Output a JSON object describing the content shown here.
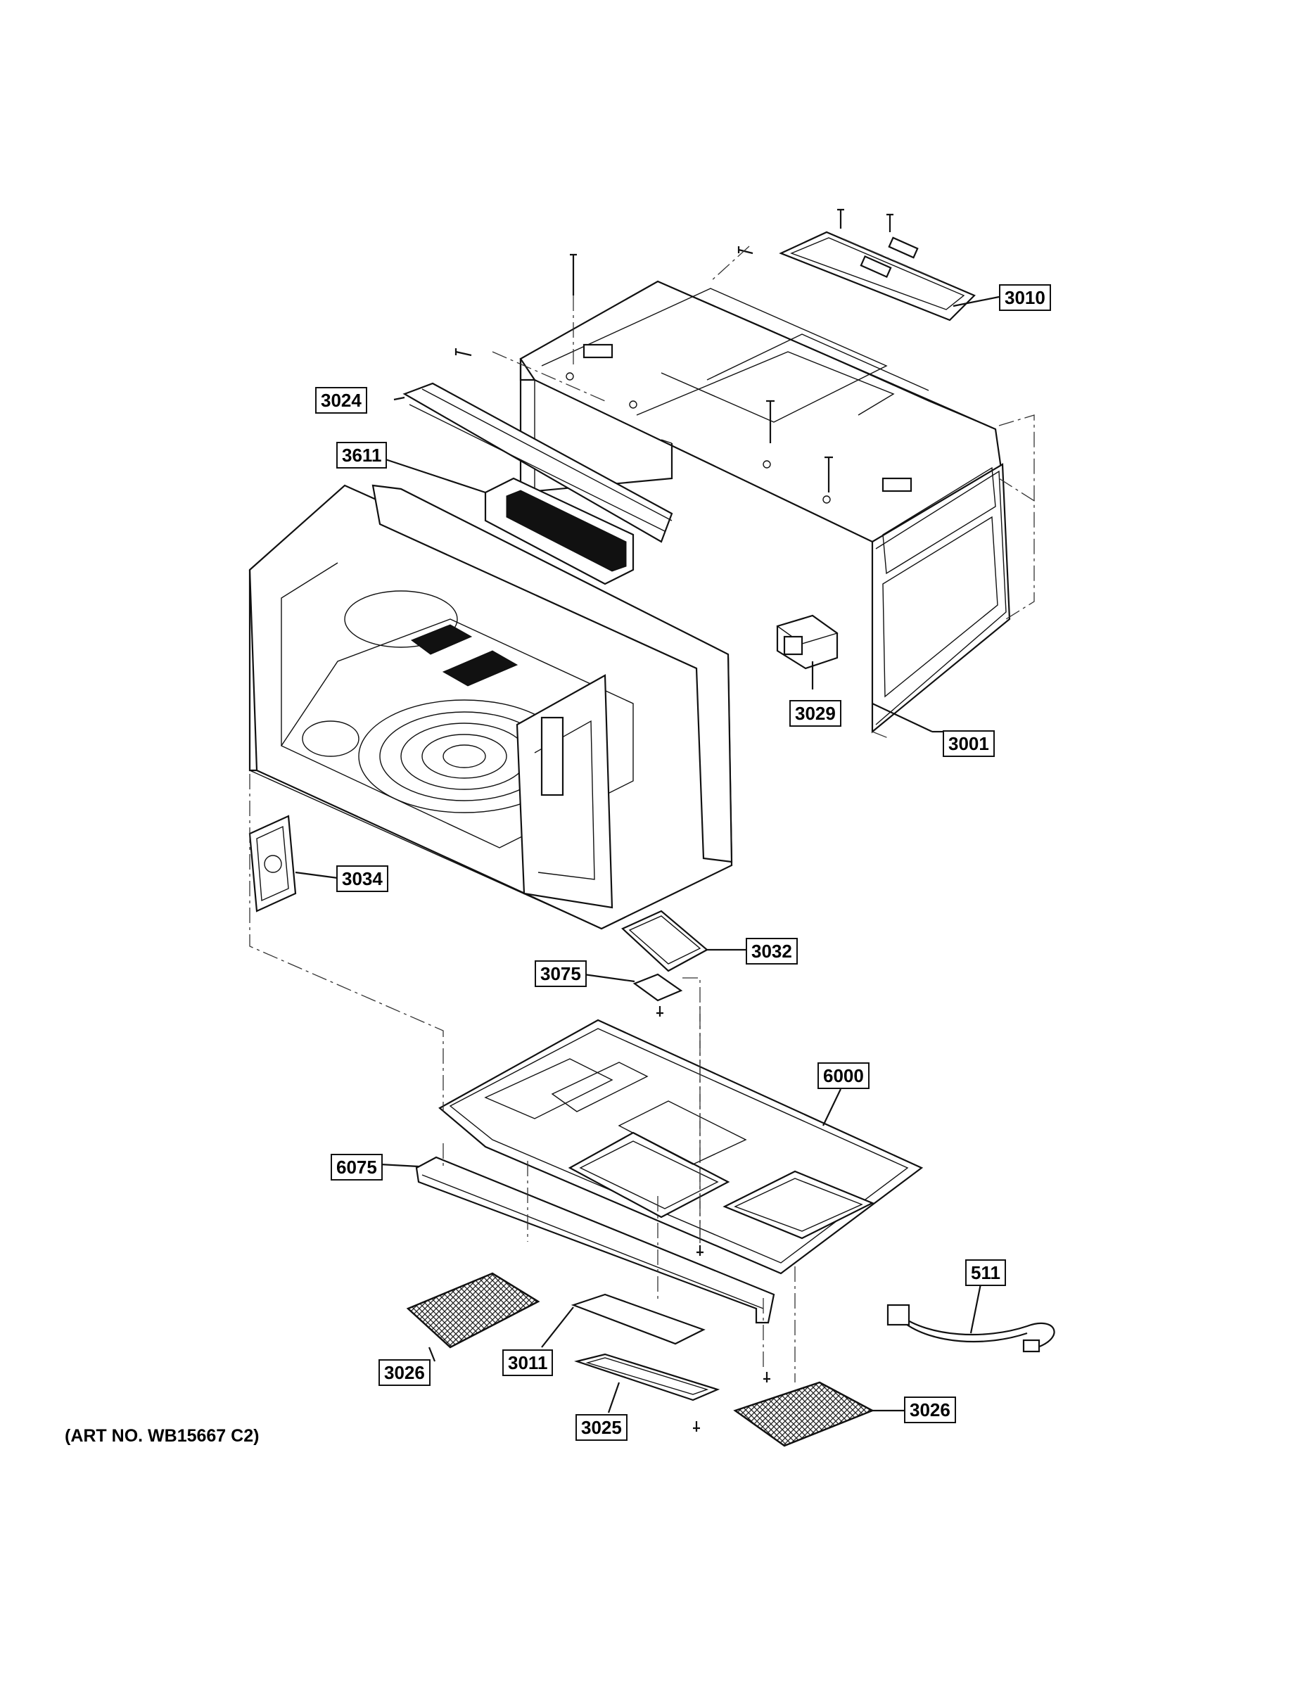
{
  "diagram": {
    "art_number": "(ART NO. WB15667 C2)",
    "part_labels": {
      "p3010": "3010",
      "p3024": "3024",
      "p3611": "3611",
      "p3029": "3029",
      "p3001": "3001",
      "p3034": "3034",
      "p3032": "3032",
      "p3075": "3075",
      "p6000": "6000",
      "p6075": "6075",
      "p511": "511",
      "p3026a": "3026",
      "p3011": "3011",
      "p3025": "3025",
      "p3026b": "3026"
    }
  }
}
